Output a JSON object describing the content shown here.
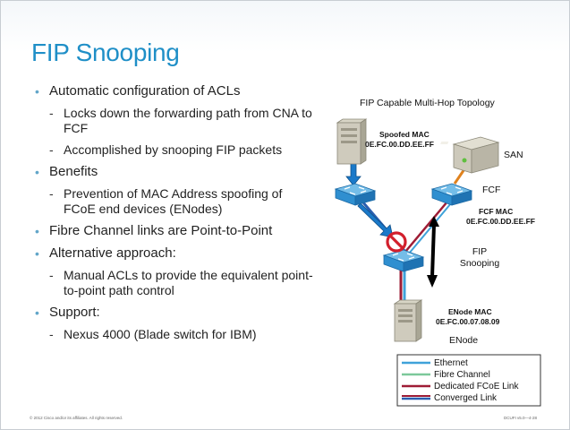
{
  "slide": {
    "title": "FIP Snooping",
    "bullets": [
      {
        "text": "Automatic configuration of ACLs",
        "sub": [
          "Locks down the forwarding path from CNA to FCF",
          "Accomplished by snooping FIP packets"
        ]
      },
      {
        "text": "Benefits",
        "sub": [
          "Prevention of MAC Address spoofing of FCoE end devices (ENodes)"
        ]
      },
      {
        "text": "Fibre Channel links are Point-to-Point",
        "sub": []
      },
      {
        "text": "Alternative approach:",
        "sub": [
          "Manual ACLs to provide the equivalent point-to-point path control"
        ]
      },
      {
        "text": "Support:",
        "sub": [
          "Nexus 4000 (Blade switch for IBM)"
        ]
      }
    ]
  },
  "diagram": {
    "heading": "FIP Capable Multi-Hop Topology",
    "spoofed_mac_label": "Spoofed MAC",
    "spoofed_mac_value": "0E.FC.00.DD.EE.FF",
    "san_label": "SAN",
    "fcf_label": "FCF",
    "fcf_mac_label": "FCF MAC",
    "fcf_mac_value": "0E.FC.00.DD.EE.FF",
    "fip_snooping_line1": "FIP",
    "fip_snooping_line2": "Snooping",
    "enode_mac_label": "ENode MAC",
    "enode_mac_value": "0E.FC.00.07.08.09",
    "enode_label": "ENode",
    "legend": [
      {
        "label": "Ethernet",
        "color": "#3fa2d9"
      },
      {
        "label": "Fibre Channel",
        "color": "#7cc89a"
      },
      {
        "label": "Dedicated FCoE Link",
        "color": "#9e1c35"
      },
      {
        "label": "Converged Link",
        "color": "#2a5fb0"
      }
    ],
    "colors": {
      "switch": "#2f8fd0",
      "blocked_arrow": "#1a79c9",
      "fc_link": "#e0821e",
      "no_sign": "#d21f2c"
    }
  },
  "footer": {
    "copyright": "© 2012 Cisco and/or its affiliates. All rights reserved.",
    "page_ref": "DCUFI v5.0—4-28"
  }
}
